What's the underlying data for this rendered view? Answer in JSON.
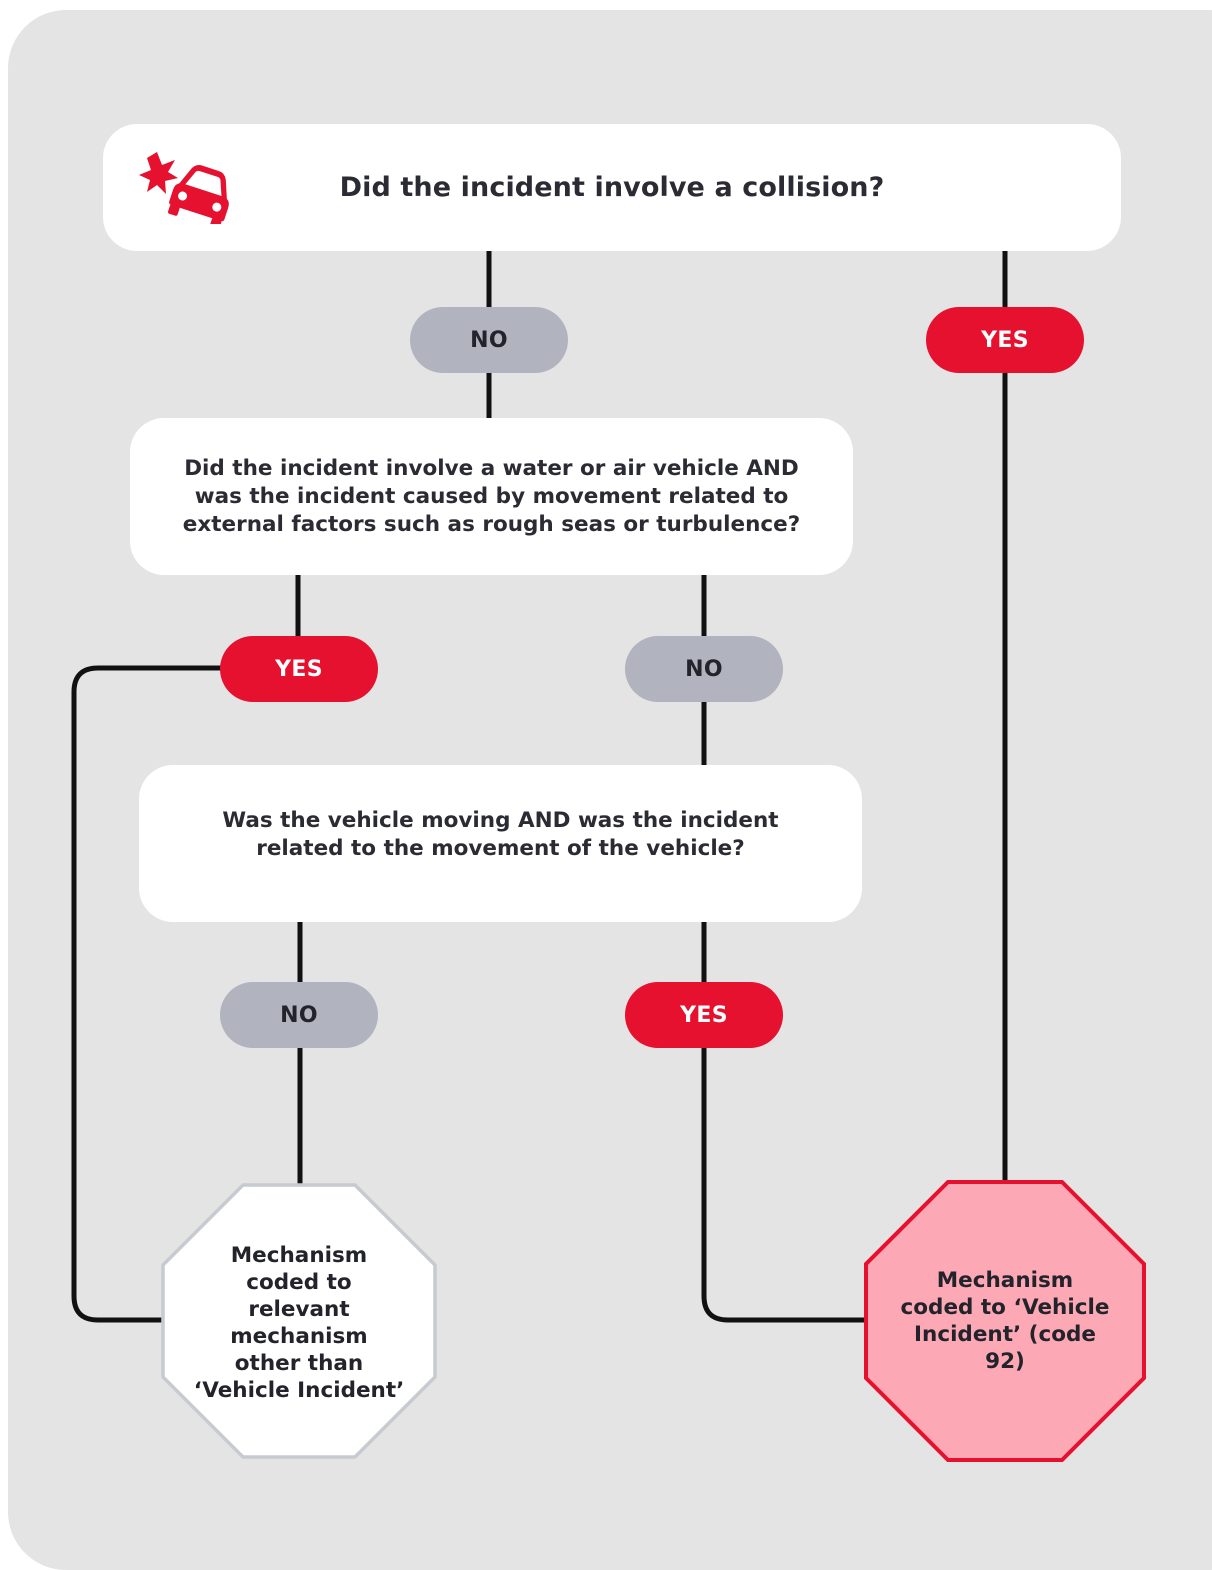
{
  "q1": {
    "text": "Did the incident involve a collision?",
    "icon": "car-collision-icon"
  },
  "q2": {
    "line1a": "Did the incident involve a water or air vehicle ",
    "line1b": "AND",
    "line2": "was the incident caused by movement related to",
    "line3": "external factors such as rough seas or turbulence?"
  },
  "q3": {
    "line1": "Was the vehicle moving AND was the incident",
    "line2": "related to the movement of the vehicle?"
  },
  "pills": {
    "q1_no": "NO",
    "q1_yes": "YES",
    "q2_yes": "YES",
    "q2_no": "NO",
    "q3_no": "NO",
    "q3_yes": "YES"
  },
  "outcomes": {
    "other": [
      "Mechanism",
      "coded to",
      "relevant",
      "mechanism",
      "other than",
      "‘Vehicle Incident’"
    ],
    "vehicle": [
      "Mechanism",
      "coded to ‘Vehicle",
      "Incident’ (code",
      "92)"
    ]
  },
  "colors": {
    "accent": "#e5112f",
    "neutral": "#b1b3bf",
    "panel": "#e4e4e4",
    "vehicle_fill": "#fca8b5"
  }
}
